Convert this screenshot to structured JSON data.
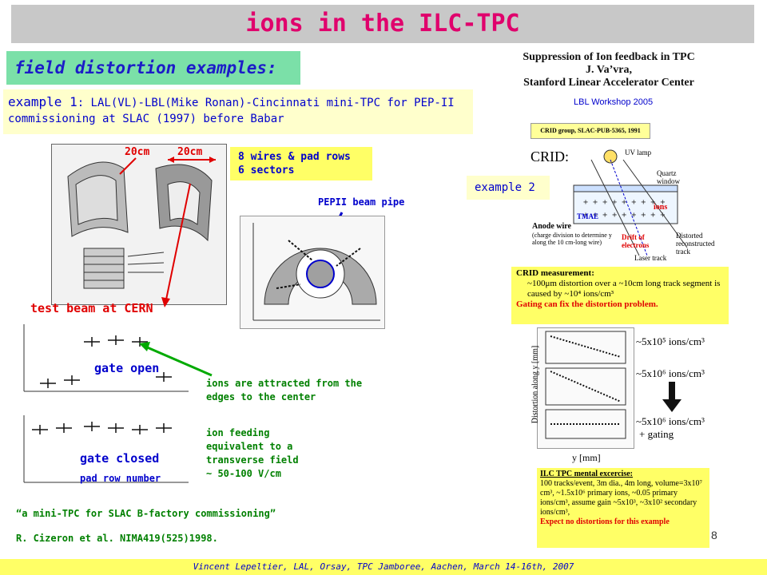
{
  "header": {
    "title": "ions in the ILC-TPC"
  },
  "subtitle": "field distortion examples:",
  "example1": {
    "lead": "example 1",
    "text": ": LAL(VL)-LBL(Mike Ronan)-Cincinnati mini-TPC for PEP-II commissioning at SLAC (1997) before Babar"
  },
  "labels": {
    "dim_left": "20cm",
    "dim_right": "20cm",
    "wires_line1": "8 wires & pad rows",
    "wires_line2": "6 sectors",
    "pepii": "PEPII beam pipe",
    "test_beam": "test beam at CERN",
    "gate_open": "gate open",
    "gate_closed": "gate closed",
    "pad_row": "pad row number",
    "ions_attracted": "ions are attracted from the edges to the center",
    "ion_feeding": "ion feeding equivalent to a transverse field ~ 50-100 V/cm",
    "quote": "“a mini-TPC for SLAC B-factory commissioning”",
    "reference": "R. Cizeron et al. NIMA419(525)1998.",
    "example2": "example 2"
  },
  "right_panel": {
    "title_line1": "Suppression of Ion feedback in TPC",
    "author": "J. Va’vra,",
    "affil": "Stanford Linear Accelerator Center",
    "workshop": "LBL Workshop 2005",
    "crid_group": "CRID group, SLAC-PUB-5365, 1991",
    "crid_label": "CRID:",
    "uv_lamp": "UV lamp",
    "quartz": "Quartz window",
    "ions": "ions",
    "tmae": "TMAE",
    "anode": "Anode wire",
    "anode_note": "(charge division to determine y along the 10 cm-long wire)",
    "drift": "Drift of electrons",
    "distorted": "Distorted reconstructed track",
    "laser": "Laser track",
    "meas_title": "CRID measurement:",
    "meas_1": "~100μm distortion over a ~10cm long track segment is caused by ~10⁴ ions/cm³",
    "meas_2": "Gating can fix the distortion problem.",
    "plot_ylabel": "Distortion along y [mm]",
    "plot_xlabel": "y [mm]",
    "plot_a": "~5x10⁵ ions/cm³",
    "plot_b": "~5x10⁶ ions/cm³",
    "plot_c": "~5x10⁶ ions/cm³",
    "plot_c2": "+ gating",
    "ilc_title": "ILC TPC mental excercise:",
    "ilc_body": "100 tracks/event, 3m dia., 4m long, volume=3x10⁷ cm³, ~1.5x10⁶ primary ions, ~0.05 primary ions/cm³, assume gain ~5x10³, ~3x10² secondary ions/cm³,",
    "ilc_red": "Expect no distortions for this example"
  },
  "page_number": "8",
  "footer": "Vincent Lepeltier, LAL, Orsay, TPC Jamboree, Aachen, March 14-16th, 2007",
  "colors": {
    "title": "#e0006c",
    "blue": "#0000cc",
    "green": "#008000",
    "red": "#e00000"
  }
}
